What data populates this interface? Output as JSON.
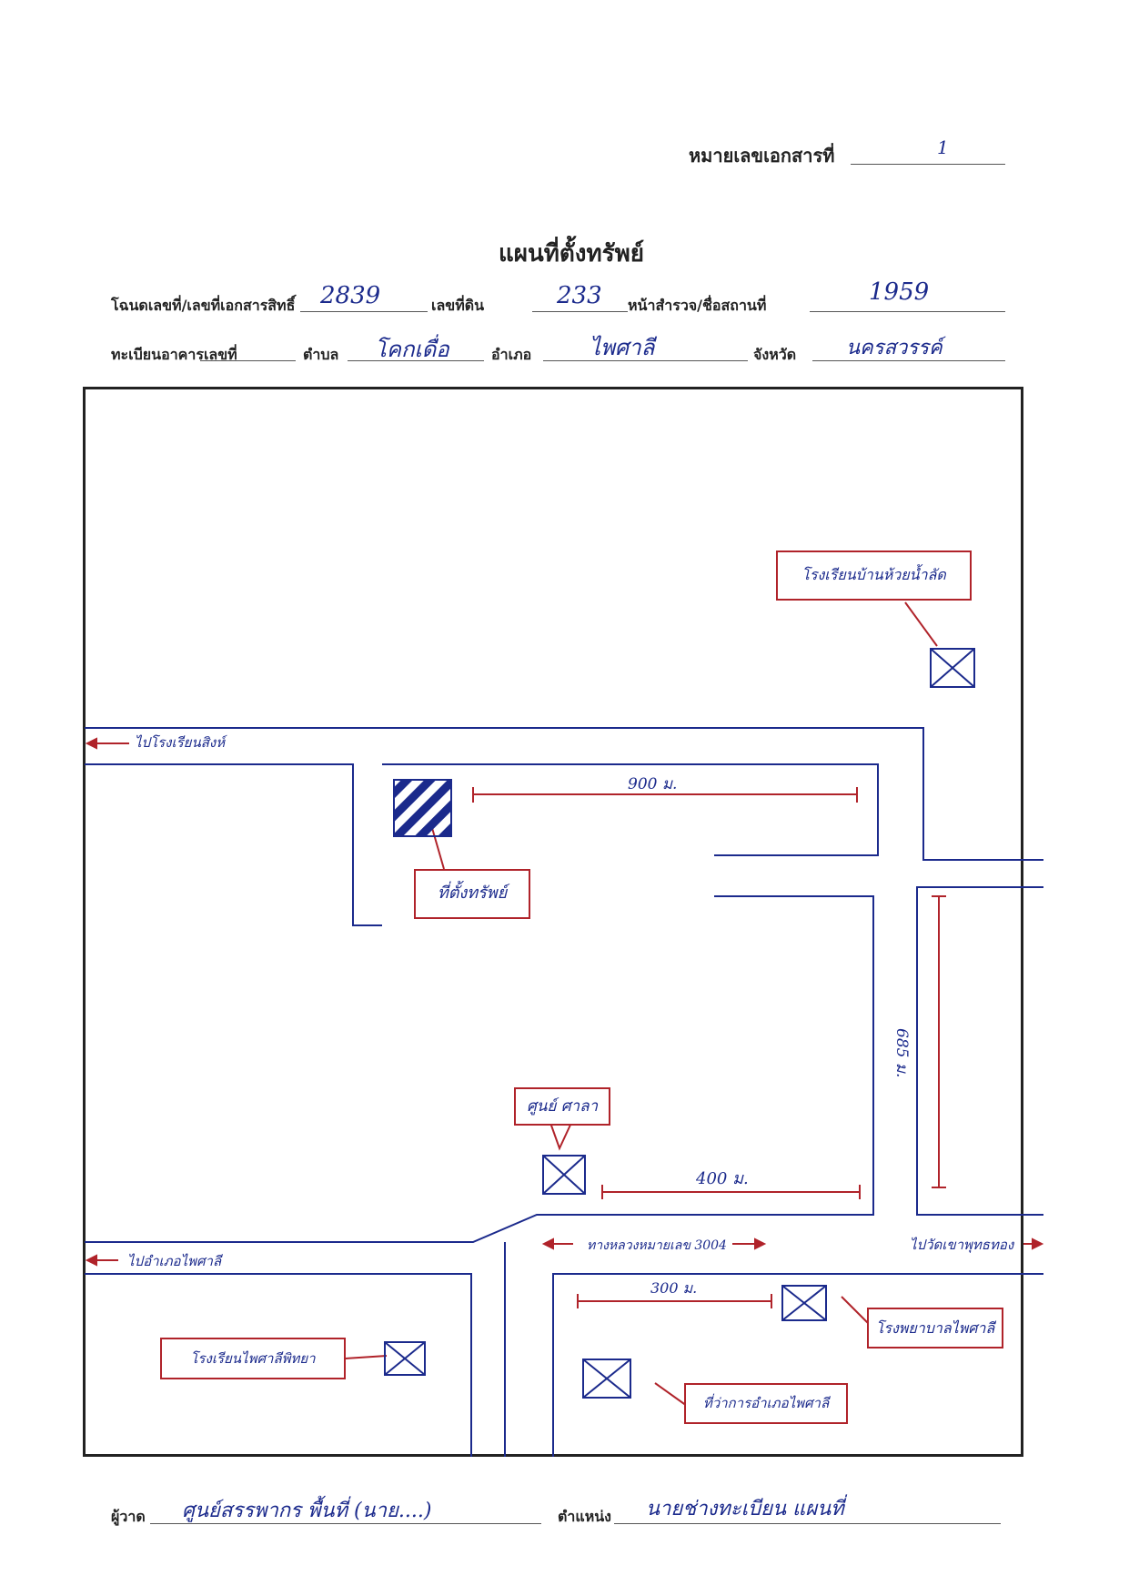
{
  "header": {
    "serial_label": "หมายเลขเอกสารที่",
    "serial_value": "1",
    "title": "แผนที่ตั้งทรัพย์"
  },
  "fields": {
    "deed_label": "โฉนดเลขที่/เลขที่เอกสารสิทธิ์",
    "deed_value": "2839",
    "land_no_label": "เลขที่ดิน",
    "land_no_value": "233",
    "survey_label": "หน้าสำรวจ/ชื่อสถานที่",
    "survey_value": "1959",
    "building_label": "ทะเบียนอาคารเลขที่",
    "building_value": "",
    "subdistrict_label": "ตำบล",
    "subdistrict_value": "โคกเดื่อ",
    "district_label": "อำเภอ",
    "district_value": "ไพศาลี",
    "province_label": "จังหวัด",
    "province_value": "นครสวรรค์"
  },
  "map": {
    "to_school_label": "ไปโรงเรียนสิงห์",
    "distance_900": "900 ม.",
    "property_label": "ที่ตั้งทรัพย์",
    "distance_side": "685 ม.",
    "kamai_label": "ศูนย์ ศาลา",
    "distance_400": "400 ม.",
    "road_label": "ทางหลวงหมายเลข 3004",
    "to_paisali_label": "ไปอำเภอไพศาลี",
    "to_wat_label": "ไปวัดเขาพุทธทอง",
    "distance_300": "300 ม.",
    "school_top_label": "โรงเรียนบ้านห้วยน้ำลัด",
    "school_left_label": "โรงเรียนไพศาลีพิทยา",
    "hospital_label": "โรงพยาบาลไพศาลี",
    "district_office_label": "ที่ว่าการอำเภอไพศาลี"
  },
  "footer": {
    "drawn_by_label": "ผู้วาด",
    "drawn_by_value": "ศูนย์สรรพากร พื้นที่ (นาย....)",
    "position_label": "ตำแหน่ง",
    "position_value": "นายช่างทะเบียน แผนที่"
  },
  "colors": {
    "ink_blue": "#1b2a8c",
    "ink_red": "#b0232a",
    "frame": "#222222"
  }
}
